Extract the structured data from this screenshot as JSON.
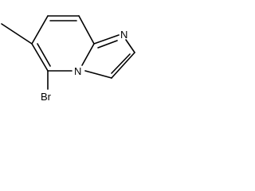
{
  "structure": {
    "atoms": [
      {
        "id": "br",
        "symbol": "Br"
      },
      {
        "id": "n_bridge",
        "symbol": "N"
      },
      {
        "id": "n_imine",
        "symbol": "N"
      }
    ]
  }
}
